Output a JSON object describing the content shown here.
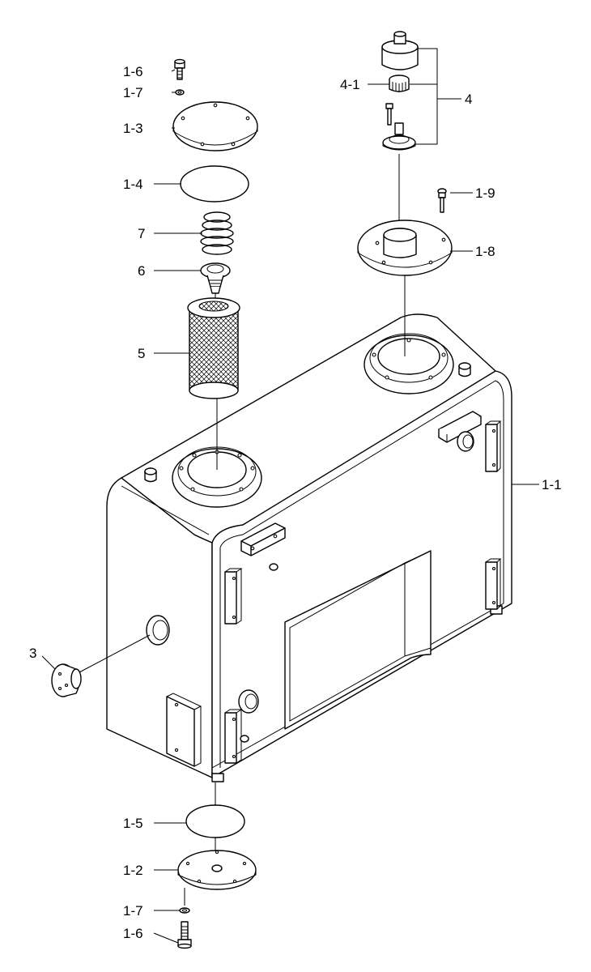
{
  "labels": {
    "l_1_1": "1-1",
    "l_1_2": "1-2",
    "l_1_3": "1-3",
    "l_1_4": "1-4",
    "l_1_5": "1-5",
    "l_1_6_top": "1-6",
    "l_1_6_bottom": "1-6",
    "l_1_7_top": "1-7",
    "l_1_7_bottom": "1-7",
    "l_1_8": "1-8",
    "l_1_9": "1-9",
    "l_3": "3",
    "l_4": "4",
    "l_4_1": "4-1",
    "l_5": "5",
    "l_6": "6",
    "l_7": "7"
  },
  "colors": {
    "line": "#000000",
    "background": "#ffffff"
  }
}
